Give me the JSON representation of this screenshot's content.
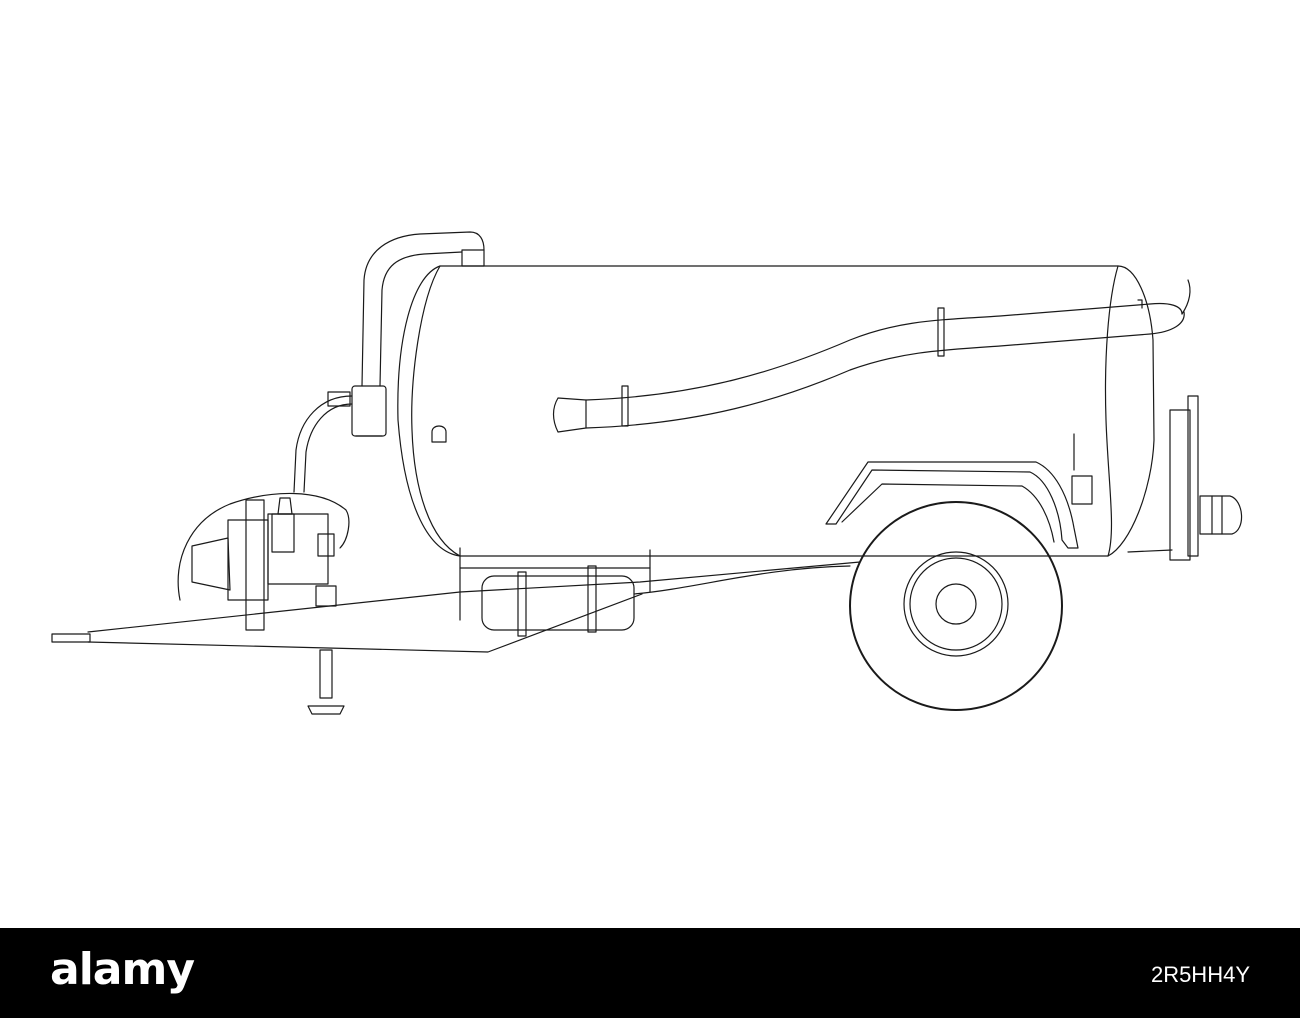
{
  "illustration": {
    "subject-icon": "slurry-tanker-trailer-line-drawing",
    "stroke_color": "#1a1a1a",
    "background_color": "#ffffff"
  },
  "footer": {
    "brand": "alamy",
    "image_id": "2R5HH4Y",
    "background_color": "#000000",
    "text_color": "#ffffff"
  }
}
